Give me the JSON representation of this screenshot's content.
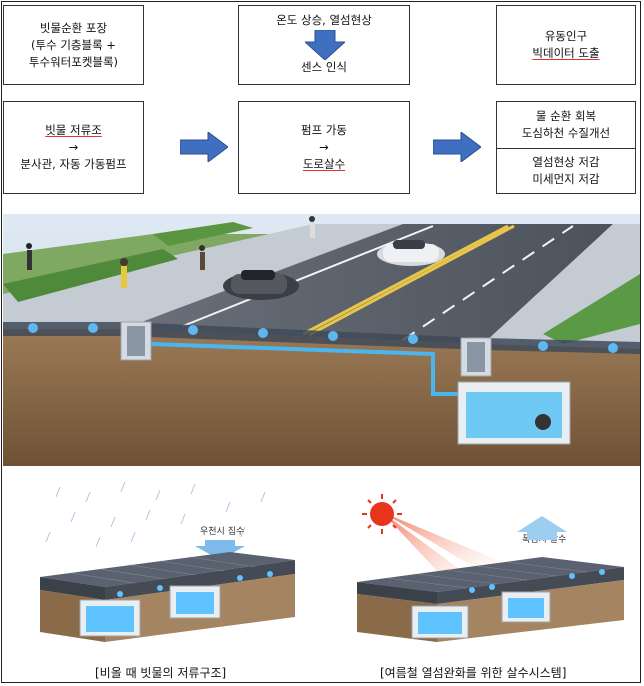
{
  "flow": {
    "box1_top": [
      "빗물순환 포장",
      "(투수 기층블록 +",
      "투수워터포켓블록)"
    ],
    "box1_bottom": [
      "빗물 저류조",
      "→",
      "분사관, 자동 가동펌프"
    ],
    "box2_top": [
      "온도 상승, 열섬현상",
      "센스 인식"
    ],
    "box2_bottom": [
      "펌프 가동",
      "→",
      "도로살수"
    ],
    "box3_top": [
      "유동인구",
      "빅데이터 도출"
    ],
    "box3_mid": [
      "물 순환 회복",
      "도심하천 수질개선"
    ],
    "box3_bottom": [
      "열섬현상 저감",
      "미세먼지 저감"
    ]
  },
  "illustrations": {
    "left_label": "우천시 집수",
    "right_label": "폭염시 살수"
  },
  "captions": {
    "left": "[비올 때 빗물의 저류구조]",
    "right": "[여름철 열섬완화를 위한 살수시스템]"
  },
  "colors": {
    "arrow_blue": "#3f6fc0",
    "water": "#5fc3ff",
    "soil": "#8a6a48",
    "road": "#5e6470",
    "sidewalk": "#b9bfc9",
    "sun": "#e8341c"
  }
}
